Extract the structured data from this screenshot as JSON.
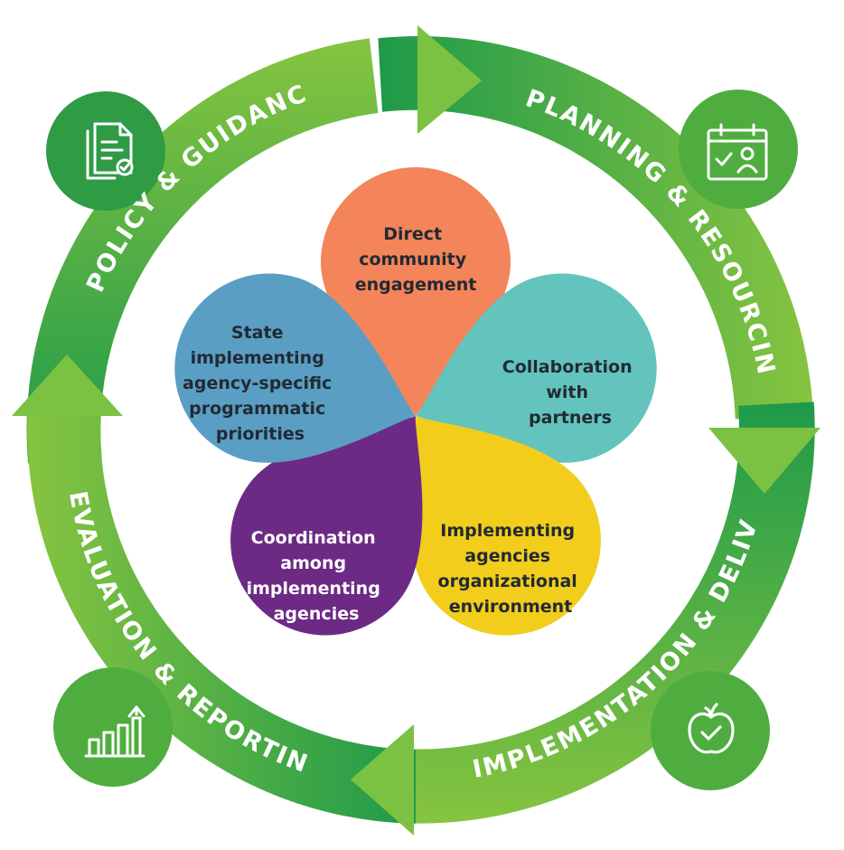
{
  "ring": {
    "stages": [
      {
        "id": "policy",
        "label": "POLICY & GUIDANCE",
        "icon": "policy-document-icon"
      },
      {
        "id": "planning",
        "label": "PLANNING & RESOURCING",
        "icon": "calendar-person-icon"
      },
      {
        "id": "implementation",
        "label": "IMPLEMENTATION & DELIVERY",
        "icon": "apple-icon"
      },
      {
        "id": "evaluation",
        "label": "EVALUATION & REPORTING",
        "icon": "bar-chart-growth-icon"
      }
    ],
    "colors": {
      "dark_green": "#1f9a4a",
      "light_green": "#7cc242",
      "node_green": "#4fad3f"
    }
  },
  "petals": [
    {
      "id": "direct",
      "lines": [
        "Direct",
        "community",
        "engagement"
      ],
      "color": "#f4845a",
      "text_color": "#222a33"
    },
    {
      "id": "collaboration",
      "lines": [
        "Collaboration",
        "with",
        "partners"
      ],
      "color": "#63c4bd",
      "text_color": "#222a33"
    },
    {
      "id": "implementing",
      "lines": [
        "Implementing",
        "agencies",
        "organizational",
        "environment"
      ],
      "color": "#f2cd1b",
      "text_color": "#222a33"
    },
    {
      "id": "coordination",
      "lines": [
        "Coordination",
        "among",
        "implementing",
        "agencies"
      ],
      "color": "#6c2a85",
      "text_color": "#ffffff"
    },
    {
      "id": "state",
      "lines": [
        "State",
        "implementing",
        "agency-specific",
        "programmatic",
        "priorities"
      ],
      "color": "#5a9ec4",
      "text_color": "#222a33"
    }
  ]
}
